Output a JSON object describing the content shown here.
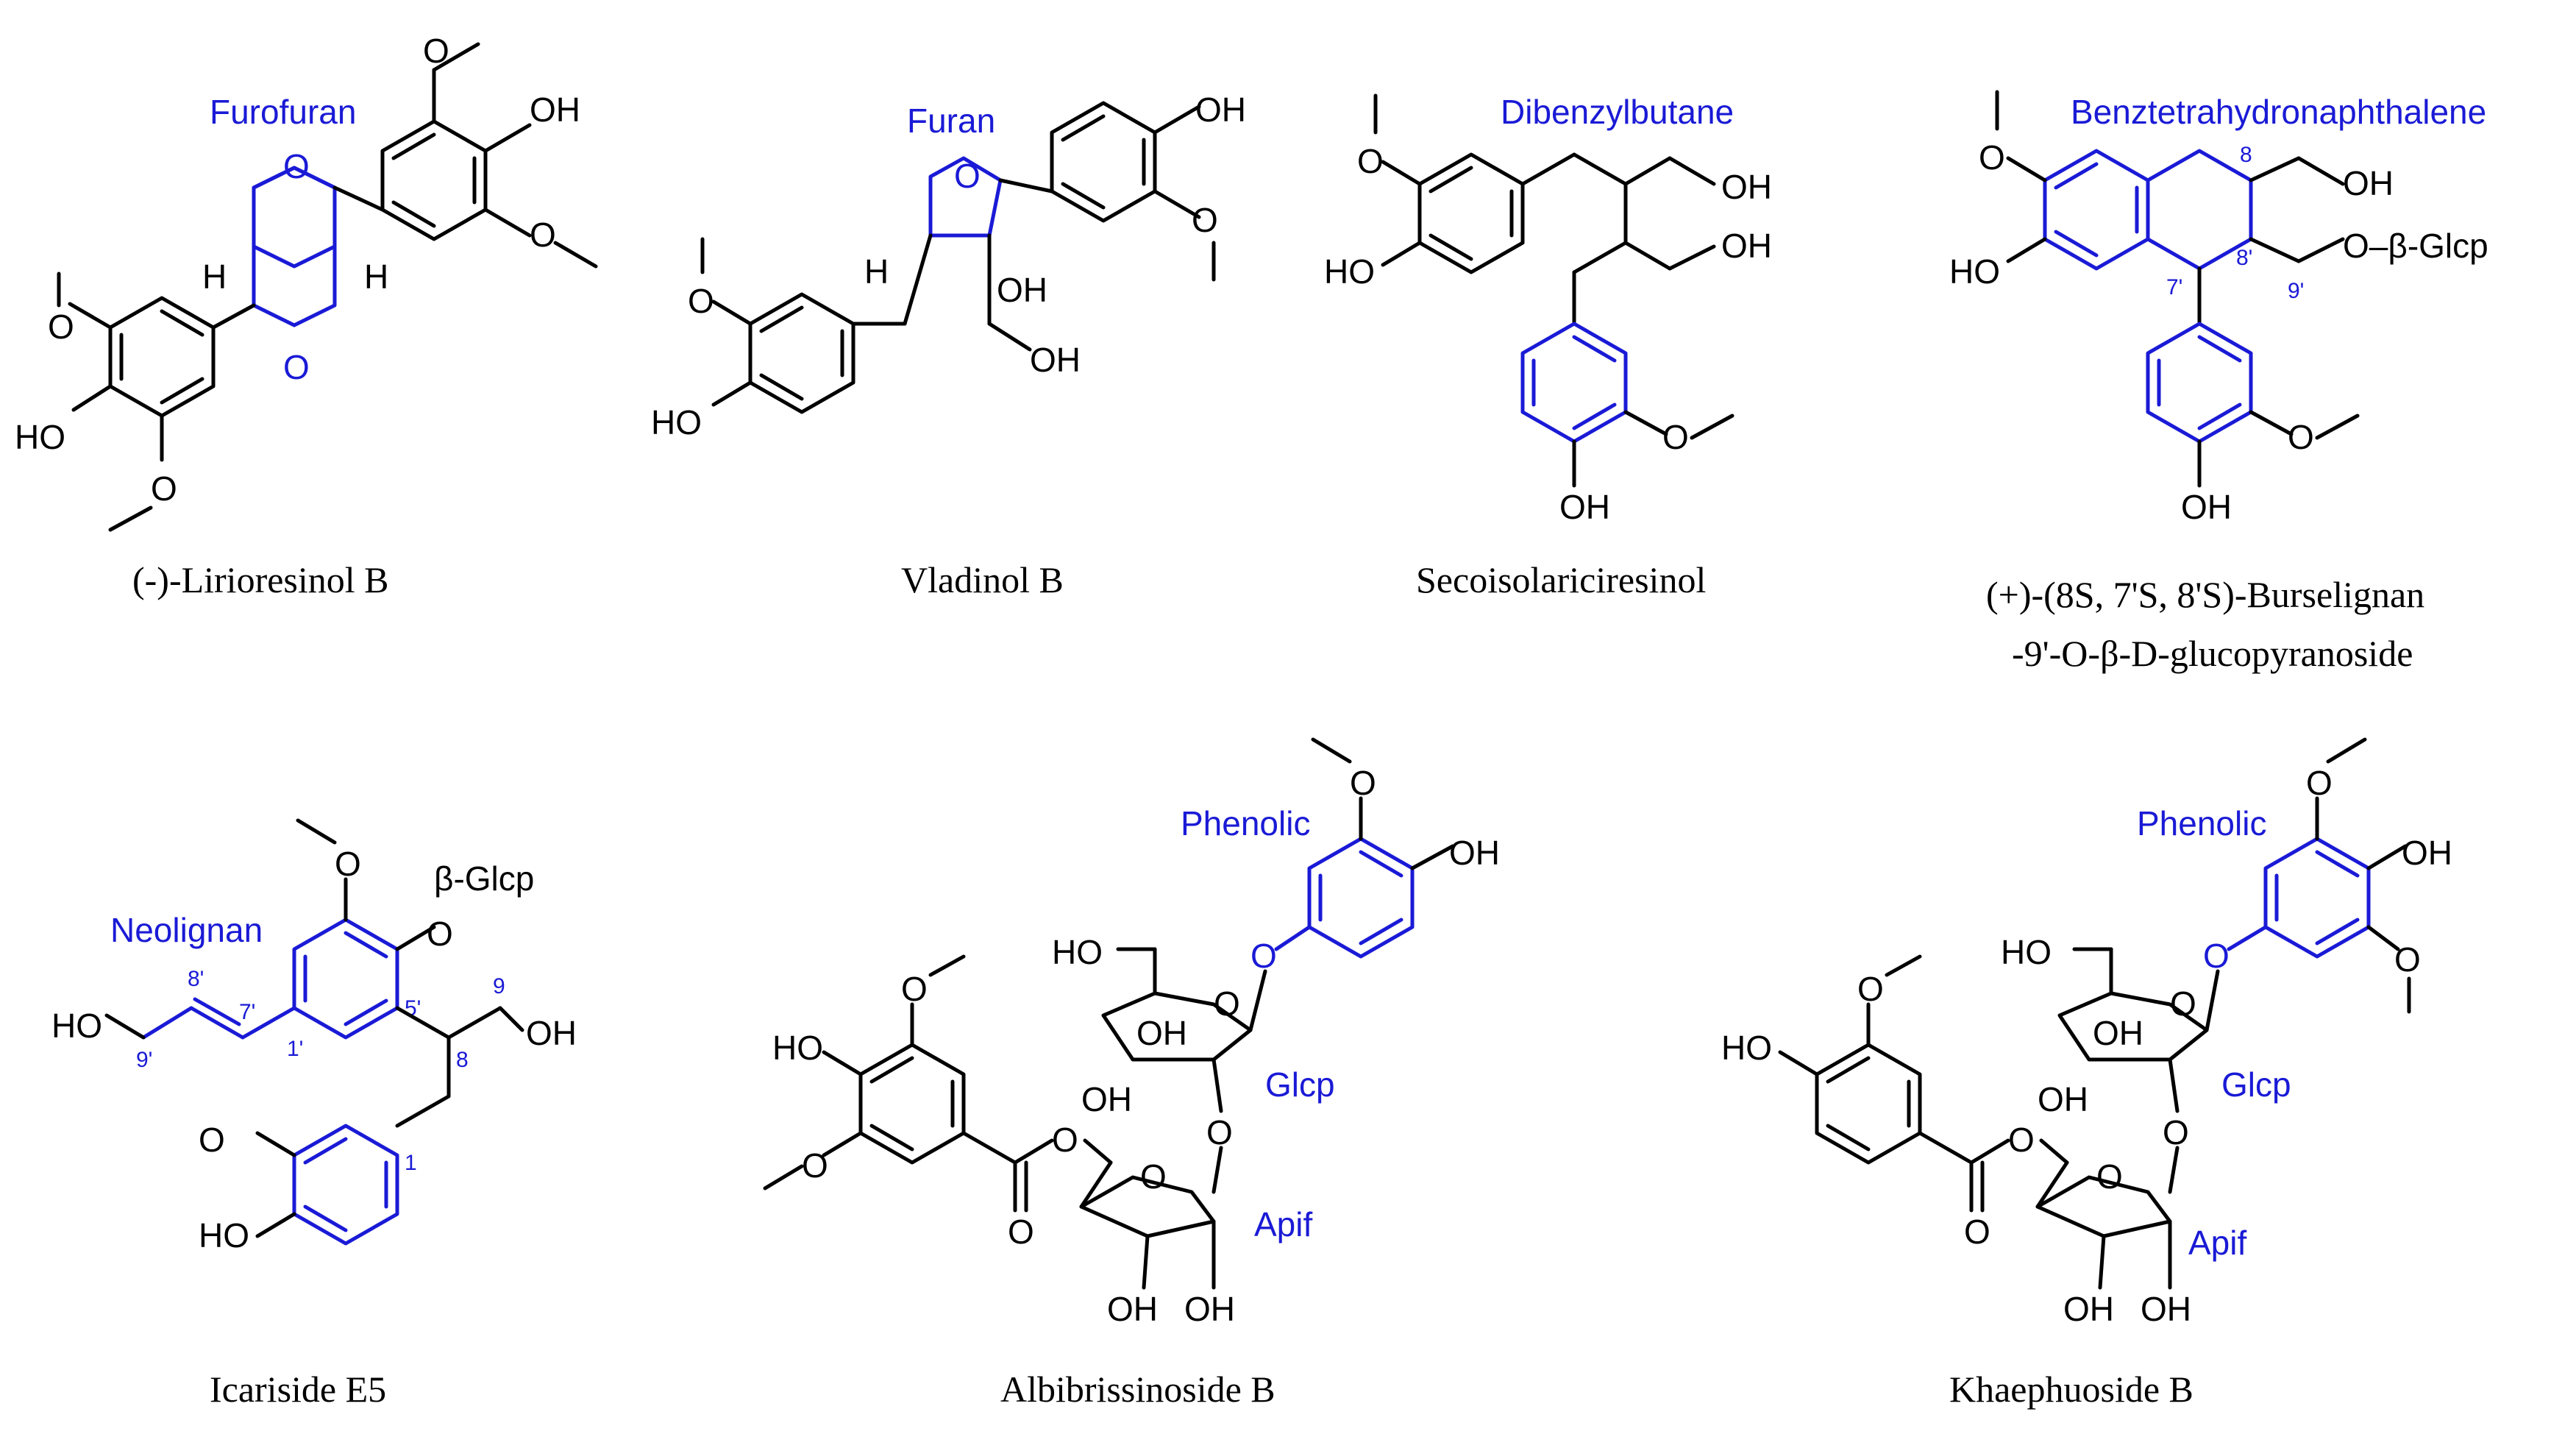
{
  "compounds": [
    {
      "caption": "(-)-Lirioresinol B",
      "class_label": "Furofuran"
    },
    {
      "caption": "Vladinol B",
      "class_label": "Furan"
    },
    {
      "caption": "Secoisolariciresinol",
      "class_label": "Dibenzylbutane"
    },
    {
      "caption_line1": "(+)-(8S, 7'S, 8'S)-Burselignan",
      "caption_line2": "-9'-O-β-D-glucopyranoside",
      "class_label": "Benztetrahydronaphthalene"
    },
    {
      "caption": "Icariside E5",
      "class_label": "Neolignan"
    },
    {
      "caption": "Albibrissinoside B",
      "class_label": "Phenolic",
      "sugar1": "Glcp",
      "sugar2": "Apif"
    },
    {
      "caption": "Khaephuoside B",
      "class_label": "Phenolic",
      "sugar1": "Glcp",
      "sugar2": "Apif"
    }
  ],
  "atoms": {
    "OH": "OH",
    "HO": "HO",
    "O": "O",
    "H": "H",
    "beta_glcp": "β-Glcp",
    "o_beta_glcp": "O–β-Glcp"
  },
  "locants": {
    "burselignan": [
      "8",
      "7'",
      "8'",
      "9'"
    ],
    "icariside": [
      "8'",
      "7'",
      "1'",
      "5'",
      "9'",
      "9",
      "8",
      "1"
    ]
  },
  "colors": {
    "skeleton_highlight": "#1a1ad6",
    "bond": "#000000",
    "background": "#ffffff"
  }
}
